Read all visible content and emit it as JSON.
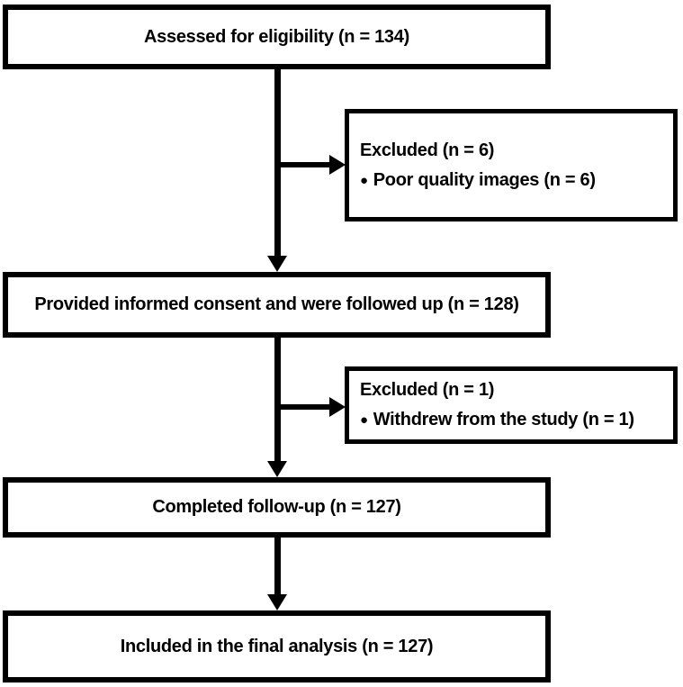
{
  "flowchart": {
    "type": "consort-flow-diagram",
    "colors": {
      "stroke": "#000000",
      "background": "#ffffff",
      "text": "#000000"
    },
    "main_boxes": [
      {
        "id": "assessed",
        "label": "Assessed for eligibility (n = 134)"
      },
      {
        "id": "consent",
        "label": "Provided informed consent and were followed up (n = 128)"
      },
      {
        "id": "completed",
        "label": "Completed follow-up (n = 127)"
      },
      {
        "id": "included",
        "label": "Included in the final analysis (n = 127)"
      }
    ],
    "side_boxes": [
      {
        "id": "excluded-1",
        "title": "Excluded (n = 6)",
        "bullet_glyph": "●",
        "item": "Poor quality images (n = 6)"
      },
      {
        "id": "excluded-2",
        "title": "Excluded (n = 1)",
        "bullet_glyph": "●",
        "item": "Withdrew from the study (n = 1)"
      }
    ]
  }
}
